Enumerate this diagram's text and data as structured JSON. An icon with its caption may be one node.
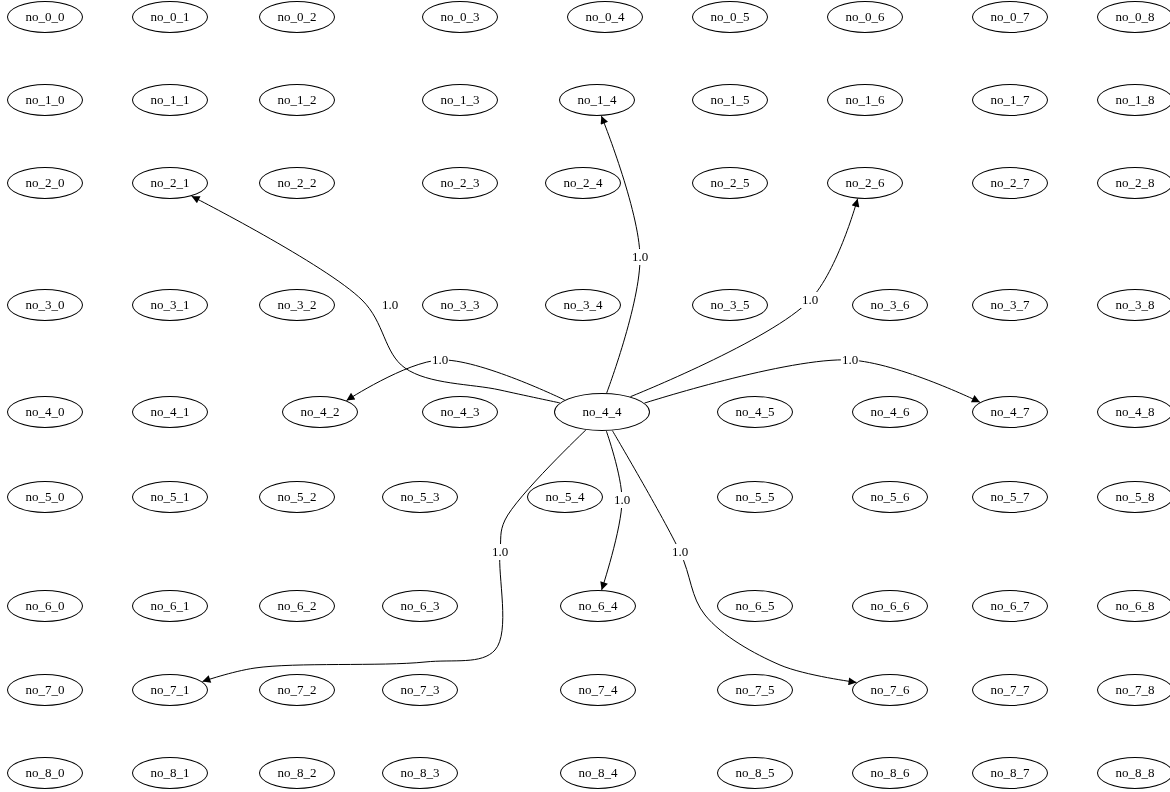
{
  "diagram": {
    "nodes": [
      {
        "text": [
          "no_0_0"
        ]
      },
      {
        "text": [
          "no_0_1"
        ]
      },
      {
        "text": [
          "no_0_2"
        ]
      },
      {
        "text": [
          "no_0_3"
        ]
      },
      {
        "text": [
          "no_0_4"
        ]
      },
      {
        "text": [
          "no_0_5"
        ]
      },
      {
        "text": [
          "no_0_6"
        ]
      },
      {
        "text": [
          "no_0_7"
        ]
      },
      {
        "text": [
          "no_0_8"
        ]
      },
      {
        "text": [
          "no_1_0"
        ]
      },
      {
        "text": [
          "no_1_1"
        ]
      },
      {
        "text": [
          "no_1_2"
        ]
      },
      {
        "text": [
          "no_1_3"
        ]
      },
      {
        "text": [
          "no_1_4"
        ]
      },
      {
        "text": [
          "no_1_5"
        ]
      },
      {
        "text": [
          "no_1_6"
        ]
      },
      {
        "text": [
          "no_1_7"
        ]
      },
      {
        "text": [
          "no_1_8"
        ]
      },
      {
        "text": [
          "no_2_0"
        ]
      },
      {
        "text": [
          "no_2_1"
        ]
      },
      {
        "text": [
          "no_2_2"
        ]
      },
      {
        "text": [
          "no_2_3"
        ]
      },
      {
        "text": [
          "no_2_4"
        ]
      },
      {
        "text": [
          "no_2_5"
        ]
      },
      {
        "text": [
          "no_2_6"
        ]
      },
      {
        "text": [
          "no_2_7"
        ]
      },
      {
        "text": [
          "no_2_8"
        ]
      },
      {
        "text": [
          "no_3_0"
        ]
      },
      {
        "text": [
          "no_3_1"
        ]
      },
      {
        "text": [
          "no_3_2"
        ]
      },
      {
        "text": [
          "no_3_3"
        ]
      },
      {
        "text": [
          "no_3_4"
        ]
      },
      {
        "text": [
          "no_3_5"
        ]
      },
      {
        "text": [
          "no_3_6"
        ]
      },
      {
        "text": [
          "no_3_7"
        ]
      },
      {
        "text": [
          "no_3_8"
        ]
      },
      {
        "text": [
          "no_4_0"
        ]
      },
      {
        "text": [
          "no_4_1"
        ]
      },
      {
        "text": [
          "no_4_2"
        ]
      },
      {
        "text": [
          "no_4_3"
        ]
      },
      {
        "text": [
          "no_4_4"
        ]
      },
      {
        "text": [
          "no_4_5"
        ]
      },
      {
        "text": [
          "no_4_6"
        ]
      },
      {
        "text": [
          "no_4_7"
        ]
      },
      {
        "text": [
          "no_4_8"
        ]
      },
      {
        "text": [
          "no_5_0"
        ]
      },
      {
        "text": [
          "no_5_1"
        ]
      },
      {
        "text": [
          "no_5_2"
        ]
      },
      {
        "text": [
          "no_5_3"
        ]
      },
      {
        "text": [
          "no_5_4"
        ]
      },
      {
        "text": [
          "no_5_5"
        ]
      },
      {
        "text": [
          "no_5_6"
        ]
      },
      {
        "text": [
          "no_5_7"
        ]
      },
      {
        "text": [
          "no_5_8"
        ]
      },
      {
        "text": [
          "no_6_0"
        ]
      },
      {
        "text": [
          "no_6_1"
        ]
      },
      {
        "text": [
          "no_6_2"
        ]
      },
      {
        "text": [
          "no_6_3"
        ]
      },
      {
        "text": [
          "no_6_4"
        ]
      },
      {
        "text": [
          "no_6_5"
        ]
      },
      {
        "text": [
          "no_6_6"
        ]
      },
      {
        "text": [
          "no_6_7"
        ]
      },
      {
        "text": [
          "no_6_8"
        ]
      },
      {
        "text": [
          "no_7_0"
        ]
      },
      {
        "text": [
          "no_7_1"
        ]
      },
      {
        "text": [
          "no_7_2"
        ]
      },
      {
        "text": [
          "no_7_3"
        ]
      },
      {
        "text": [
          "no_7_4"
        ]
      },
      {
        "text": [
          "no_7_5"
        ]
      },
      {
        "text": [
          "no_7_6"
        ]
      },
      {
        "text": [
          "no_7_7"
        ]
      },
      {
        "text": [
          "no_7_8"
        ]
      },
      {
        "text": [
          "no_8_0"
        ]
      },
      {
        "text": [
          "no_8_1"
        ]
      },
      {
        "text": [
          "no_8_2"
        ]
      },
      {
        "text": [
          "no_8_3"
        ]
      },
      {
        "text": [
          "no_8_4"
        ]
      },
      {
        "text": [
          "no_8_5"
        ]
      },
      {
        "text": [
          "no_8_6"
        ]
      },
      {
        "text": [
          "no_8_7"
        ]
      },
      {
        "text": [
          "no_8_8"
        ]
      }
    ],
    "edges": [
      {
        "from": 40,
        "to": 13,
        "arrow": "to",
        "label": "1.0"
      },
      {
        "from": 40,
        "to": 19,
        "arrow": "to",
        "label": "1.0"
      },
      {
        "from": 40,
        "to": 24,
        "arrow": "to",
        "label": "1.0"
      },
      {
        "from": 40,
        "to": 38,
        "arrow": "to",
        "label": "1.0"
      },
      {
        "from": 40,
        "to": 43,
        "arrow": "to",
        "label": "1.0"
      },
      {
        "from": 40,
        "to": 58,
        "arrow": "to",
        "label": "1.0"
      },
      {
        "from": 40,
        "to": 64,
        "arrow": "to",
        "label": "1.0"
      },
      {
        "from": 40,
        "to": 69,
        "arrow": "to",
        "label": "1.0"
      }
    ]
  }
}
